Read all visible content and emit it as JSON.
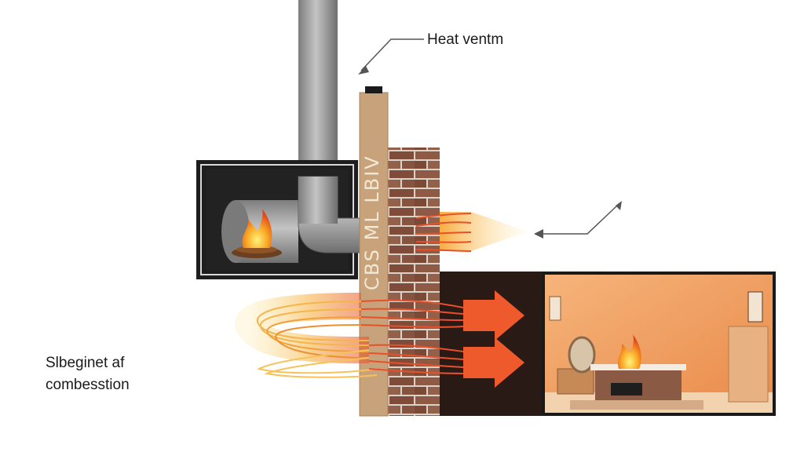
{
  "labels": {
    "heat_vent": "Heat ventm",
    "side_line1": "Slbeginet af",
    "side_line2": "combesstion",
    "wall_text": "CBS ML LBIV"
  },
  "colors": {
    "pipe": "#9b9b9b",
    "brick": "#8a5a45",
    "wood_post": "#c8a27a",
    "heat_red": "#e8502a",
    "heat_yellow": "#f7c13a",
    "room_wall": "#f4a15a",
    "fireplace_frame": "#1e1e1e"
  },
  "icons": [
    "fire-icon",
    "arrow-icon"
  ]
}
